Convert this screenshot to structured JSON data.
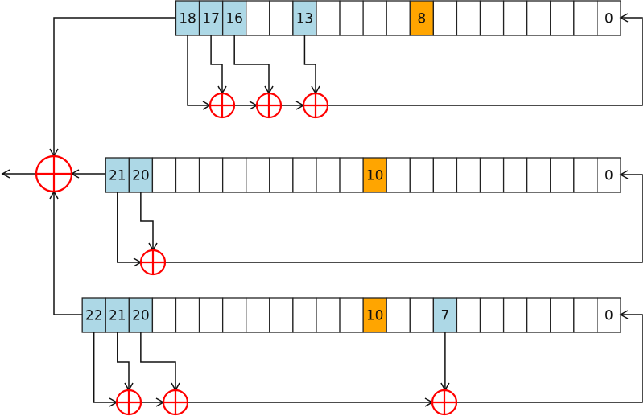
{
  "colors": {
    "tap": "#add8e6",
    "clock": "#ffa500",
    "empty": "#ffffff",
    "xor": "#ff0000",
    "wire": "#111111"
  },
  "registers": [
    {
      "length": 19,
      "taps": [
        18,
        17,
        16,
        13
      ],
      "clock_bit": 8,
      "labels": {
        "18": "18",
        "17": "17",
        "16": "16",
        "13": "13",
        "8": "8",
        "0": "0"
      }
    },
    {
      "length": 22,
      "taps": [
        21,
        20
      ],
      "clock_bit": 10,
      "labels": {
        "21": "21",
        "20": "20",
        "10": "10",
        "0": "0"
      }
    },
    {
      "length": 23,
      "taps": [
        22,
        21,
        20,
        7
      ],
      "clock_bit": 10,
      "labels": {
        "22": "22",
        "21": "21",
        "20": "20",
        "10": "10",
        "7": "7",
        "0": "0"
      }
    }
  ],
  "icons": {
    "xor": "circled-plus-icon",
    "arrow": "arrowhead-icon"
  }
}
